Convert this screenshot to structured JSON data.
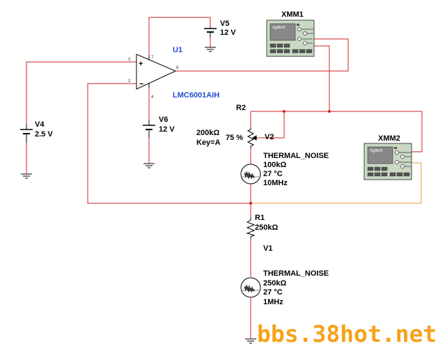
{
  "colors": {
    "wire": "#cc2222",
    "wire_orange": "#e59a3a",
    "component": "#000000",
    "label_blue": "#1f4fc9",
    "watermark": "#f6a21a",
    "meter_body": "#c9d9c4"
  },
  "labels": {
    "xmm1": "XMM1",
    "xmm2": "XMM2",
    "v5_name": "V5",
    "v5_value": "12 V",
    "u1_name": "U1",
    "u1_part": "LMC6001AIH",
    "v4_name": "V4",
    "v4_value": "2.5 V",
    "v6_name": "V6",
    "v6_value": "12 V",
    "r2_name": "R2",
    "r2_value": "200kΩ",
    "r2_key": "Key=A",
    "r2_pct": "75 %",
    "v2_name": "V2",
    "tn1_name": "THERMAL_NOISE",
    "tn1_res": "100kΩ",
    "tn1_temp": "27 °C",
    "tn1_bw": "10MHz",
    "r1_name": "R1",
    "r1_value": "250kΩ",
    "v1_name": "V1",
    "tn2_name": "THERMAL_NOISE",
    "tn2_res": "250kΩ",
    "tn2_temp": "27 °C",
    "tn2_bw": "1MHz",
    "meter_brand": "Agilent",
    "pin_plus": "+",
    "pin_minus": "−",
    "pin_3": "3",
    "pin_2": "2",
    "pin_7": "7",
    "pin_4": "4",
    "pin_6": "6",
    "watermark": "bbs.38hot.net"
  }
}
